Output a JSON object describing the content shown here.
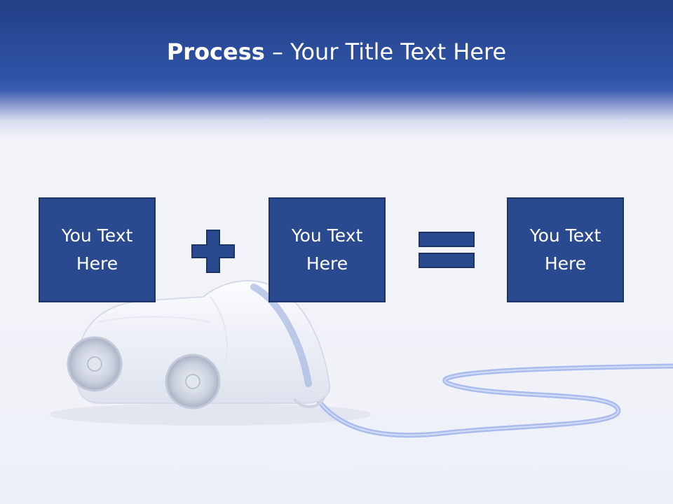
{
  "slide": {
    "title_bold": "Process",
    "title_separator": " – ",
    "title_rest": "Your Title Text Here"
  },
  "process": {
    "boxes": [
      {
        "line1": "You Text",
        "line2": "Here"
      },
      {
        "line1": "You Text",
        "line2": "Here"
      },
      {
        "line1": "You Text",
        "line2": "Here"
      }
    ],
    "operators": [
      "plus-icon",
      "equals-icon"
    ]
  },
  "colors": {
    "header_blue": "#2a4b98",
    "box_fill": "#2a4a8f",
    "box_border": "#1c3466",
    "cable_blue": "#9db2e6",
    "background": "#f4f5fa"
  }
}
